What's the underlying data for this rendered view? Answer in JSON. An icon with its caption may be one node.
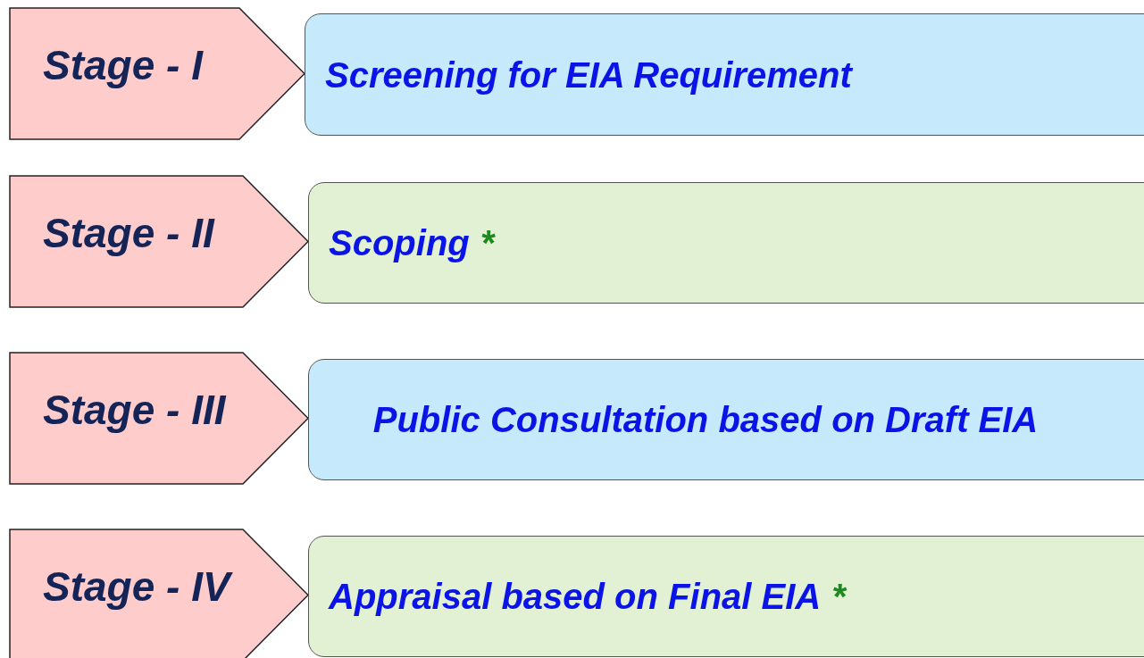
{
  "diagram": {
    "nodes": [
      {
        "text": [
          "Stage - I"
        ]
      },
      {
        "text": [
          "Screening for EIA Requirement"
        ]
      },
      {
        "text": [
          "Stage - II"
        ]
      },
      {
        "text": [
          "Scoping",
          "*"
        ]
      },
      {
        "text": [
          "Stage - III"
        ]
      },
      {
        "text": [
          "Public Consultation based on Draft EIA"
        ]
      },
      {
        "text": [
          "Stage - IV"
        ]
      },
      {
        "text": [
          "Appraisal based on Final EIA",
          "*"
        ]
      }
    ]
  }
}
